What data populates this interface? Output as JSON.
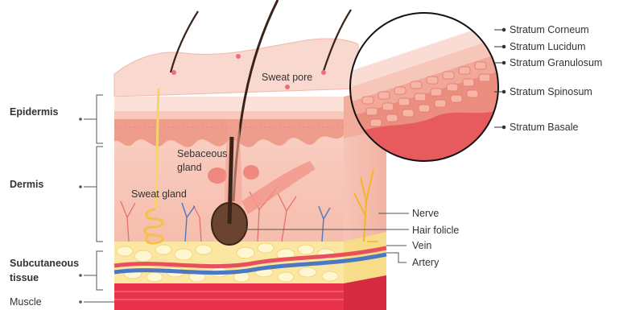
{
  "layers_left": {
    "epidermis": "Epidermis",
    "dermis": "Dermis",
    "subcutaneous_line1": "Subcutaneous",
    "subcutaneous_line2": "tissue",
    "muscle": "Muscle"
  },
  "epidermis_strata": [
    "Stratum Corneum",
    "Stratum Lucidum",
    "Stratum Granulosum",
    "Stratum Spinosum",
    "Stratum Basale"
  ],
  "structures_right": {
    "nerve": "Nerve",
    "hair_follicle": "Hair folicle",
    "vein": "Vein",
    "artery": "Artery"
  },
  "inline_labels": {
    "sweat_pore": "Sweat pore",
    "sebaceous_line1": "Sebaceous",
    "sebaceous_line2": "gland",
    "sweat_gland": "Sweat gland"
  },
  "colors": {
    "surface": "#f8d6cc",
    "dermis": "#f7c2b3",
    "epidermis_band": "#ef9c8c",
    "fat": "#fbe7a1",
    "muscle": "#e8334a",
    "vein": "#4a78c2",
    "artery": "#e8505b",
    "nerve": "#f3b62a",
    "hair": "#3a2418"
  }
}
